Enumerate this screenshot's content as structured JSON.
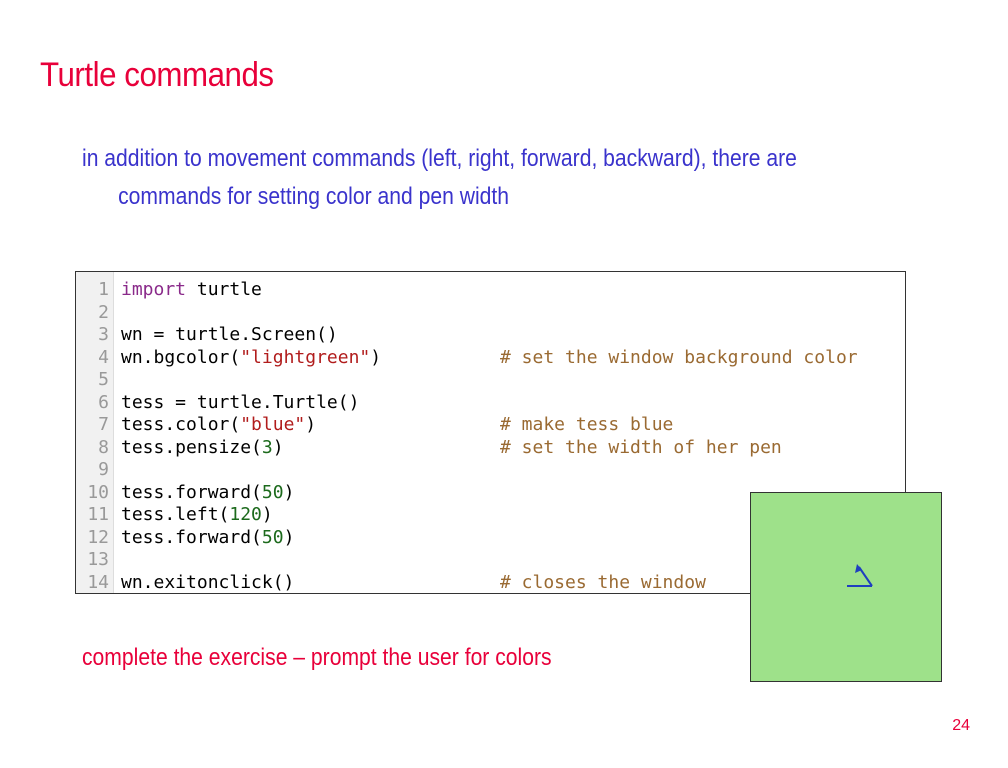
{
  "slide": {
    "title": "Turtle commands",
    "intro_line1": "in addition to movement commands (left, right, forward, backward), there are",
    "intro_line2": "commands for setting color and pen width",
    "footer": "complete the exercise – prompt the user for colors",
    "page_number": "24"
  },
  "code": {
    "lines": [
      {
        "n": "1",
        "code": "import turtle",
        "comment": ""
      },
      {
        "n": "2",
        "code": "",
        "comment": ""
      },
      {
        "n": "3",
        "code": "wn = turtle.Screen()",
        "comment": ""
      },
      {
        "n": "4",
        "code": "wn.bgcolor(\"lightgreen\")",
        "comment": "# set the window background color"
      },
      {
        "n": "5",
        "code": "",
        "comment": ""
      },
      {
        "n": "6",
        "code": "tess = turtle.Turtle()",
        "comment": ""
      },
      {
        "n": "7",
        "code": "tess.color(\"blue\")",
        "comment": "# make tess blue"
      },
      {
        "n": "8",
        "code": "tess.pensize(3)",
        "comment": "# set the width of her pen"
      },
      {
        "n": "9",
        "code": "",
        "comment": ""
      },
      {
        "n": "10",
        "code": "tess.forward(50)",
        "comment": ""
      },
      {
        "n": "11",
        "code": "tess.left(120)",
        "comment": ""
      },
      {
        "n": "12",
        "code": "tess.forward(50)",
        "comment": ""
      },
      {
        "n": "13",
        "code": "",
        "comment": ""
      },
      {
        "n": "14",
        "code": "wn.exitonclick()",
        "comment": "# closes the window"
      }
    ]
  },
  "turtle_output": {
    "background": "#9ee18a",
    "pen_color": "#1f3fbf"
  },
  "colors": {
    "title": "#e8003a",
    "body_text": "#3a33cc",
    "comment": "#9a6a32"
  }
}
